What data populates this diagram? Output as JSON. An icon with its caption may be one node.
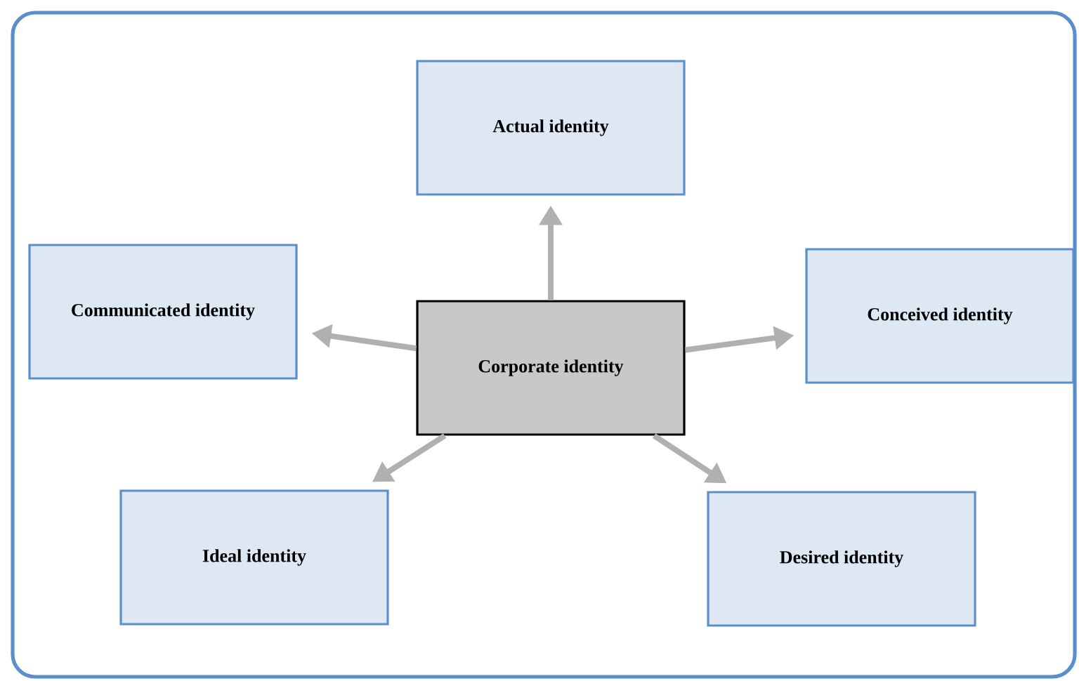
{
  "diagram": {
    "nodes": [
      {
        "text": [
          "Corporate identity"
        ]
      },
      {
        "text": [
          "Actual identity"
        ]
      },
      {
        "text": [
          "Communicated identity"
        ]
      },
      {
        "text": [
          "Conceived identity"
        ]
      },
      {
        "text": [
          "Ideal identity"
        ]
      },
      {
        "text": [
          "Desired identity"
        ]
      }
    ],
    "edges": [
      {
        "from": 0,
        "to": 1,
        "arrow": "to"
      },
      {
        "from": 0,
        "to": 2,
        "arrow": "to"
      },
      {
        "from": 0,
        "to": 3,
        "arrow": "to"
      },
      {
        "from": 0,
        "to": 4,
        "arrow": "to"
      },
      {
        "from": 0,
        "to": 5,
        "arrow": "to"
      }
    ]
  }
}
